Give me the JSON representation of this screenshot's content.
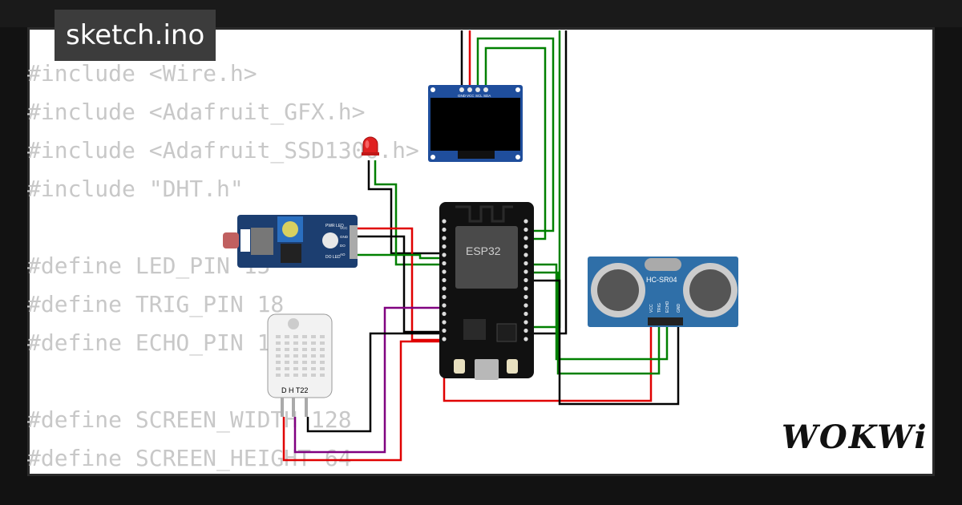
{
  "tab": {
    "title": "sketch.ino"
  },
  "code": {
    "lines": [
      "#include <Wire.h>",
      "#include <Adafruit_GFX.h>",
      "#include <Adafruit_SSD1306.h>",
      "#include \"DHT.h\"",
      "",
      "#define LED_PIN 15",
      "#define TRIG_PIN 18",
      "#define ECHO_PIN 19",
      "",
      "#define SCREEN_WIDTH 128",
      "#define SCREEN_HEIGHT 64"
    ]
  },
  "components": {
    "oled": {
      "pins": [
        "GND",
        "VCC",
        "SCL",
        "SDA"
      ]
    },
    "esp32": {
      "label": "ESP32"
    },
    "ldr": {
      "pins": [
        "VCC",
        "GND",
        "DO",
        "AO"
      ],
      "leds": [
        "PWR LED",
        "DO LED"
      ]
    },
    "dht": {
      "label": "D H T22"
    },
    "ultrasonic": {
      "label": "HC-SR04",
      "pins": [
        "VCC",
        "TRIG",
        "ECHO",
        "GND"
      ]
    },
    "led": {
      "color": "#e02020"
    }
  },
  "wire_colors": {
    "black": "#000000",
    "red": "#e00000",
    "green": "#008000",
    "purple": "#800080"
  },
  "brand": {
    "logo": "WOKWi"
  },
  "colors": {
    "canvas_bg": "#ffffff",
    "frame_bg": "#121212",
    "tab_bg": "#3c3c3c",
    "code_text": "#c8c8c8",
    "pcb_blue": "#1c3e70",
    "sensor_blue": "#2f6fa8"
  }
}
